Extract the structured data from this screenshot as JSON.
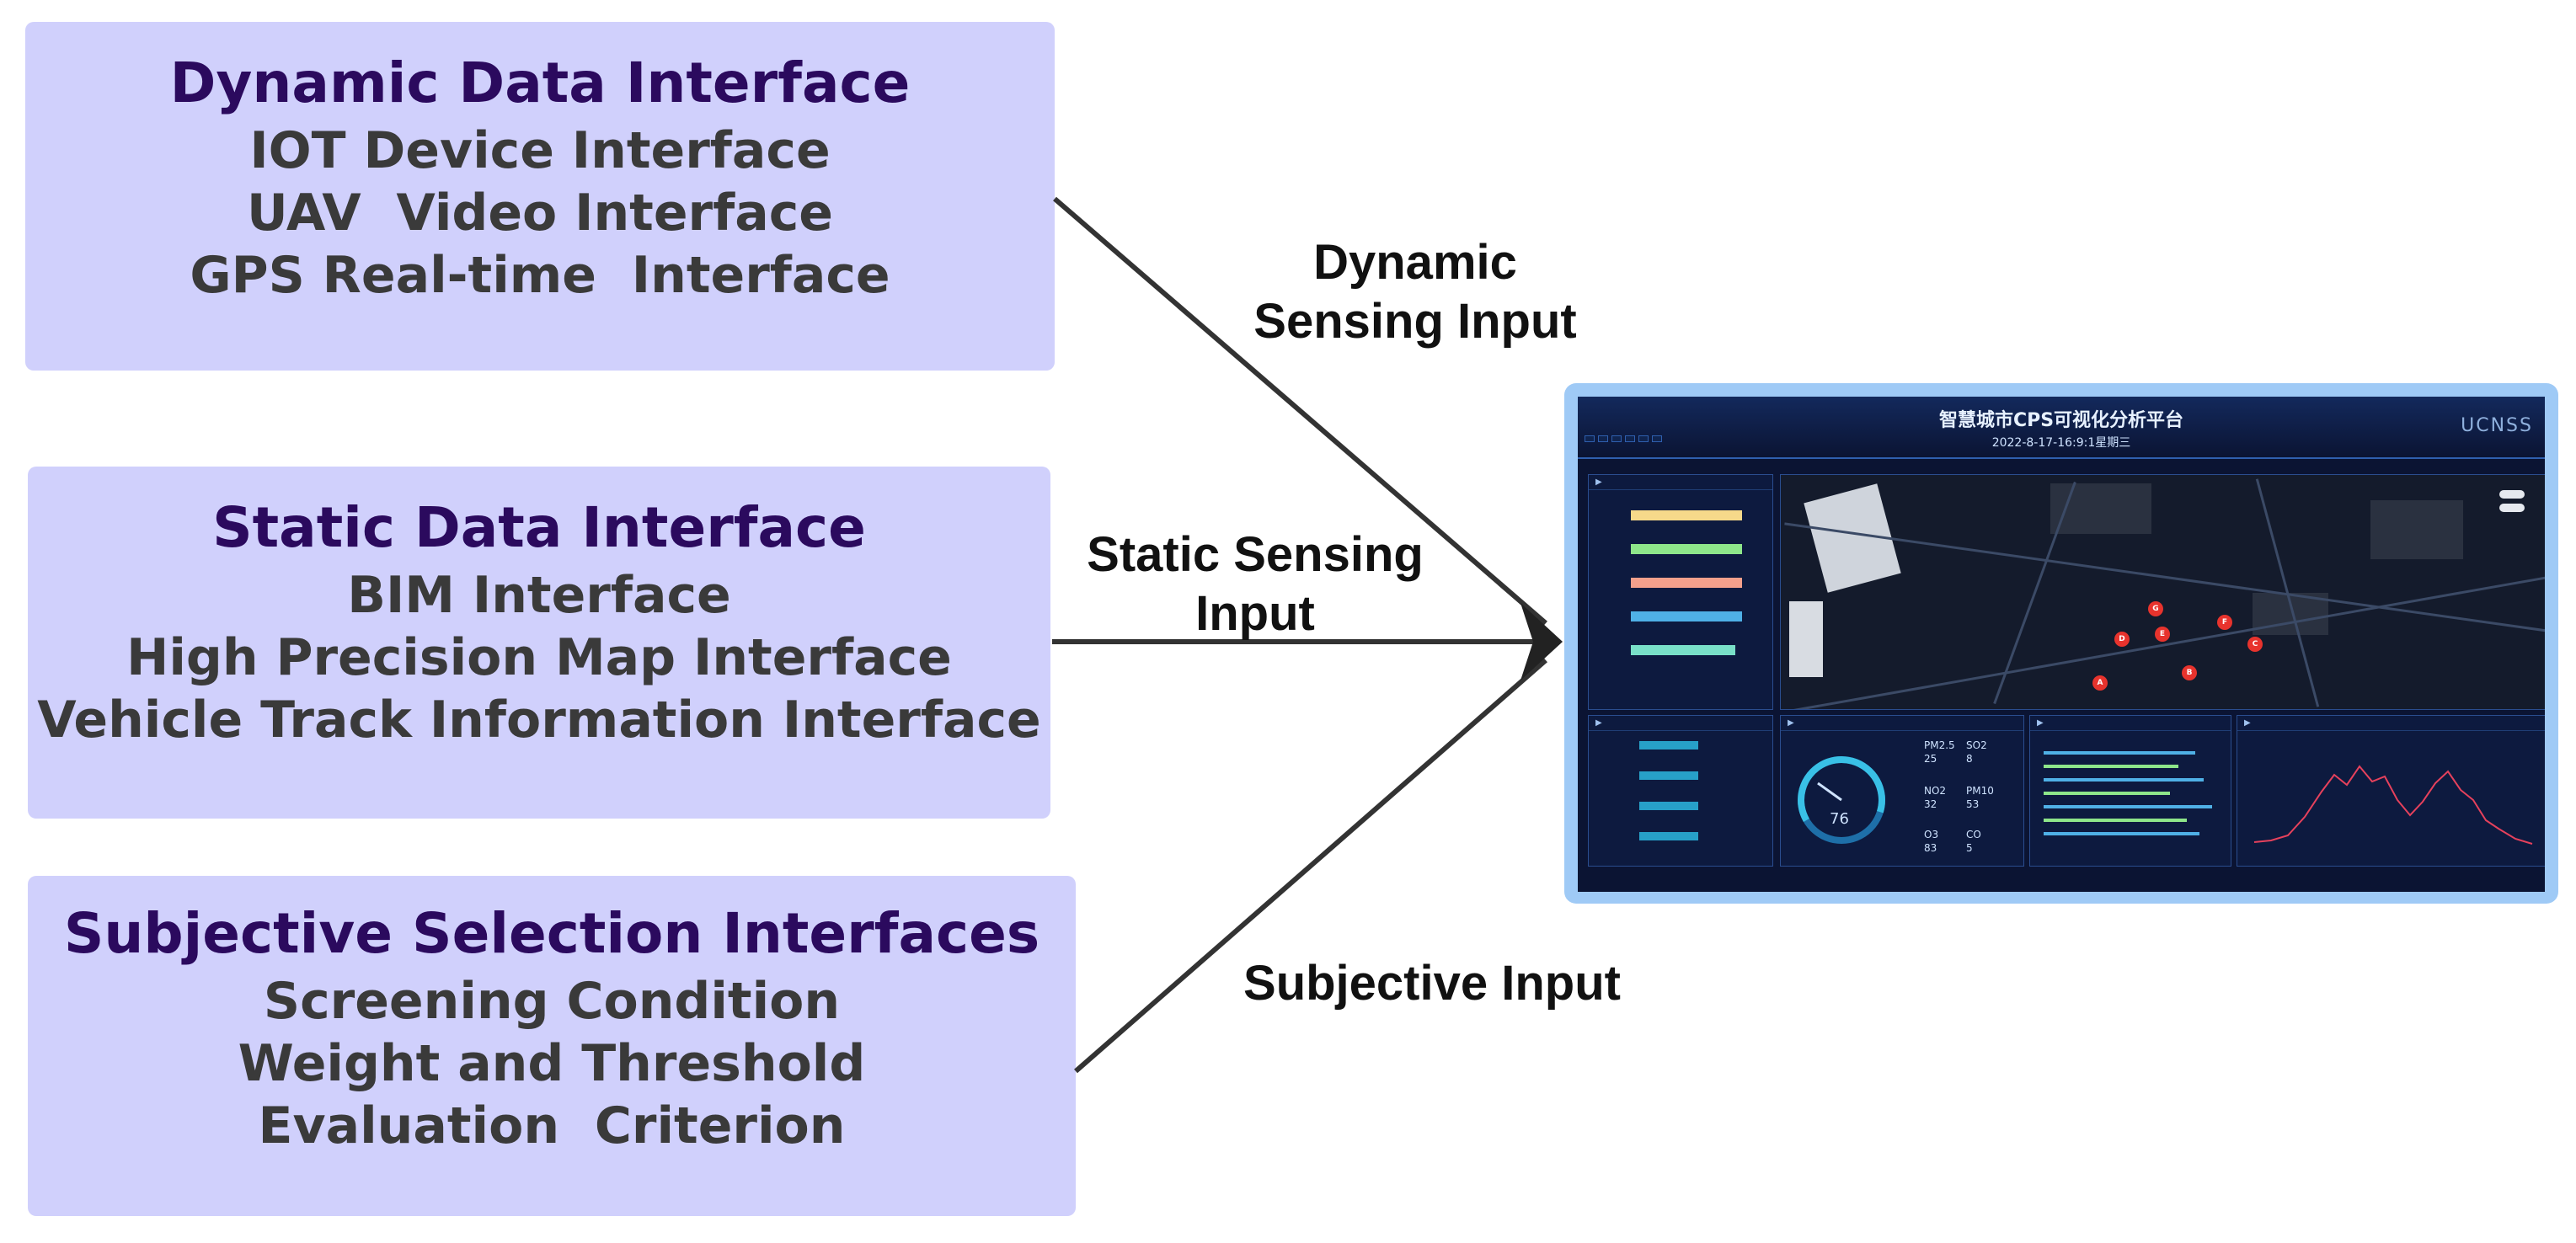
{
  "boxes": {
    "dynamic": {
      "title": "Dynamic Data Interface",
      "items": [
        "IOT Device Interface",
        "UAV  Video Interface",
        "GPS Real-time  Interface"
      ]
    },
    "static": {
      "title": "Static Data Interface",
      "items": [
        "BIM Interface",
        "High Precision Map Interface",
        "Vehicle Track Information Interface"
      ]
    },
    "subjective": {
      "title": "Subjective Selection  Interfaces",
      "items": [
        "Screening Condition",
        "Weight and Threshold",
        "Evaluation  Criterion"
      ]
    }
  },
  "connectors": {
    "dynamic": [
      "Dynamic",
      "Sensing Input"
    ],
    "static": [
      "Static Sensing",
      "Input"
    ],
    "subjective": [
      "Subjective Input"
    ]
  },
  "dashboard": {
    "title": "智慧城市CPS可视化分析平台",
    "date": "2022-8-17-16:9:1星期三",
    "logo": "UCNSS",
    "gauge_value": "76",
    "map_pins": [
      "A",
      "B",
      "C",
      "D",
      "E",
      "F",
      "G"
    ],
    "air_quality": {
      "labels": [
        "PM2.5",
        "SO2",
        "NO2",
        "PM10",
        "O3",
        "CO"
      ],
      "values": [
        "25",
        "8",
        "32",
        "53",
        "83",
        "5"
      ]
    },
    "colors": {
      "box": "#d0d0fc",
      "title_text": "#2b0a5e",
      "frame": "#9fcaf6",
      "dash_bg": "#0b1433",
      "pin": "#e8332d"
    }
  }
}
